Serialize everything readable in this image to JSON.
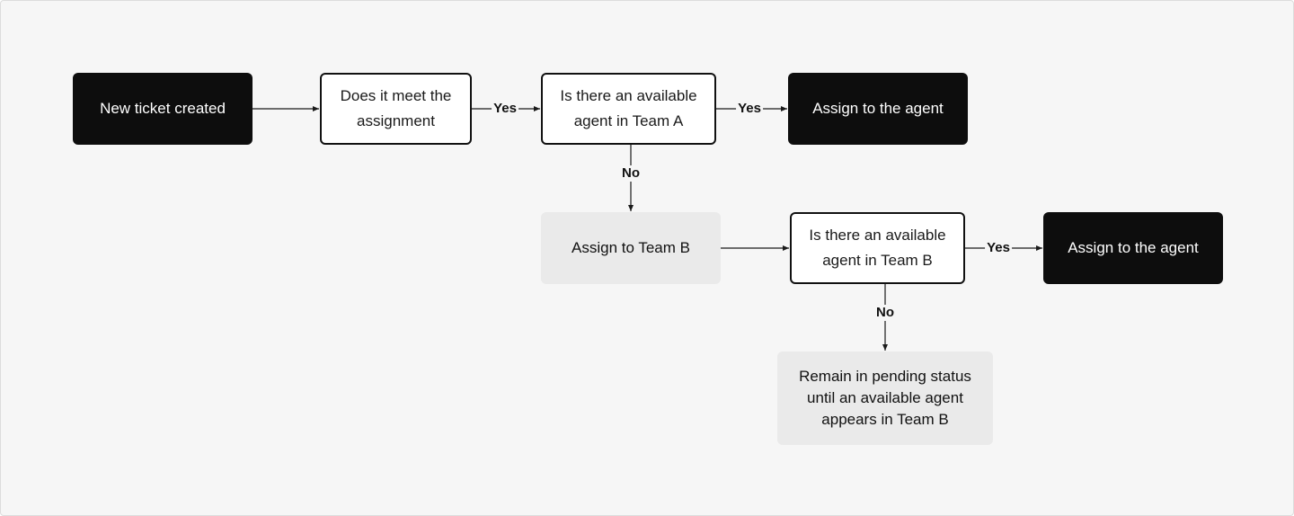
{
  "nodes": {
    "new_ticket": "New ticket created",
    "meet_assignment": "Does it meet the assignment",
    "available_team_a": "Is there an available agent in Team A",
    "assign_agent_1": "Assign to the agent",
    "assign_team_b": "Assign to Team B",
    "available_team_b": "Is there an available agent in Team B",
    "assign_agent_2": "Assign to the agent",
    "pending": "Remain in pending status until an available agent appears in Team B"
  },
  "edge_labels": {
    "yes_1": "Yes",
    "yes_2": "Yes",
    "no_1": "No",
    "yes_3": "Yes",
    "no_2": "No"
  },
  "colors": {
    "background": "#f6f6f6",
    "dark_node": "#0d0d0d",
    "grey_node": "#eaeaea",
    "line": "#1a1a1a"
  }
}
